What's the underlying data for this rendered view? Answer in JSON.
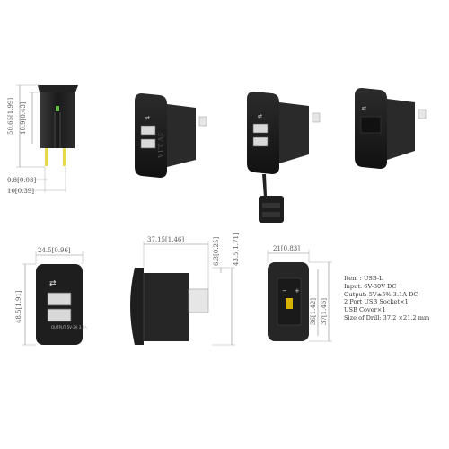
{
  "dimensions": {
    "top_left_height": "50.65[1.99]",
    "top_left_body": "10.9[0.43]",
    "top_left_pin": "0.8[0.03]",
    "top_left_base": "10[0.39]",
    "front_width": "24.5[0.96]",
    "front_height": "48.5[1.91]",
    "side_depth": "37.15[1.46]",
    "side_bezel": "6.3[0.25]",
    "side_height": "43.5[1.71]",
    "back_width": "21[0.83]",
    "back_inner_height": "36[1.42]",
    "back_outer_height": "37[1.46]"
  },
  "product_labels": {
    "usb_text_front": "OUTPUT 5V-3A 3.1A",
    "usb_text_iso": "5V 3.1A"
  },
  "spec": [
    "Item : USB-L",
    "Input: 6V-30V DC",
    "Output: 5V±5%  3.1A DC",
    "2 Port USB Socket×1",
    "USB Cover×1",
    "Size of Drill: 37.2 ×21.2 mm"
  ],
  "colors": {
    "body": "#1e1e1e",
    "line": "#888888",
    "led": "#5fbf3a",
    "wire": "#e8d84a"
  }
}
